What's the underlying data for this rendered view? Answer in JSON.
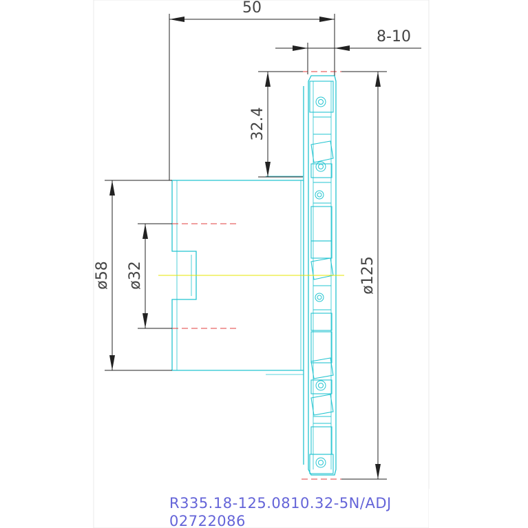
{
  "dimensions": {
    "length": "50",
    "insert_width": "8-10",
    "offset": "32.4",
    "shank_diameter": "ø58",
    "bore_diameter": "ø32",
    "cutter_diameter": "ø125"
  },
  "part": {
    "designation": "R335.18-125.0810.32-5N/ADJ",
    "code": "02722086"
  },
  "colors": {
    "outline": "#22c4d0",
    "dimension": "#222222",
    "hidden_line": "#e23c3c",
    "center_line": "#e6e600",
    "part_text": "#6464d8"
  }
}
